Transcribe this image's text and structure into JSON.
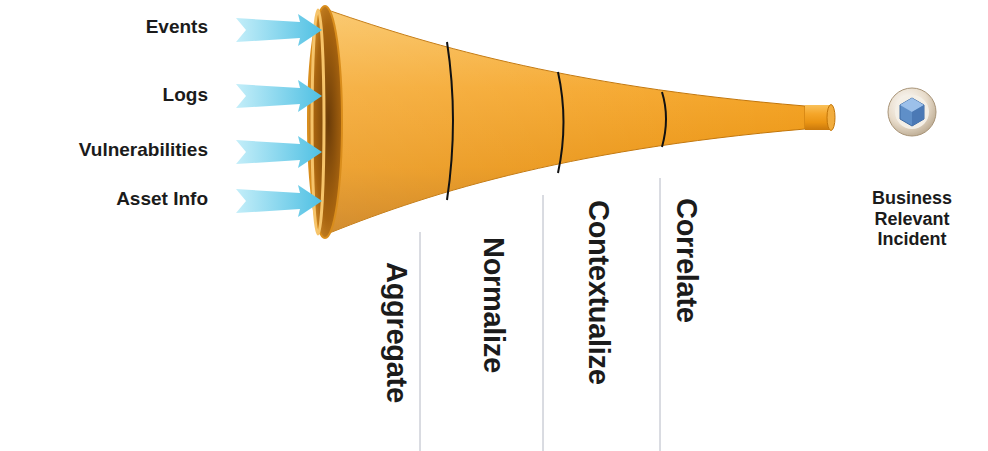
{
  "diagram": {
    "nodes": [
      {
        "text": [
          "Business Relevant Incident"
        ]
      }
    ],
    "labels": [
      "Events",
      "Logs",
      "Vulnerabilities",
      "Asset Info",
      "Aggregate",
      "Normalize",
      "Contextualize",
      "Correlate"
    ]
  }
}
